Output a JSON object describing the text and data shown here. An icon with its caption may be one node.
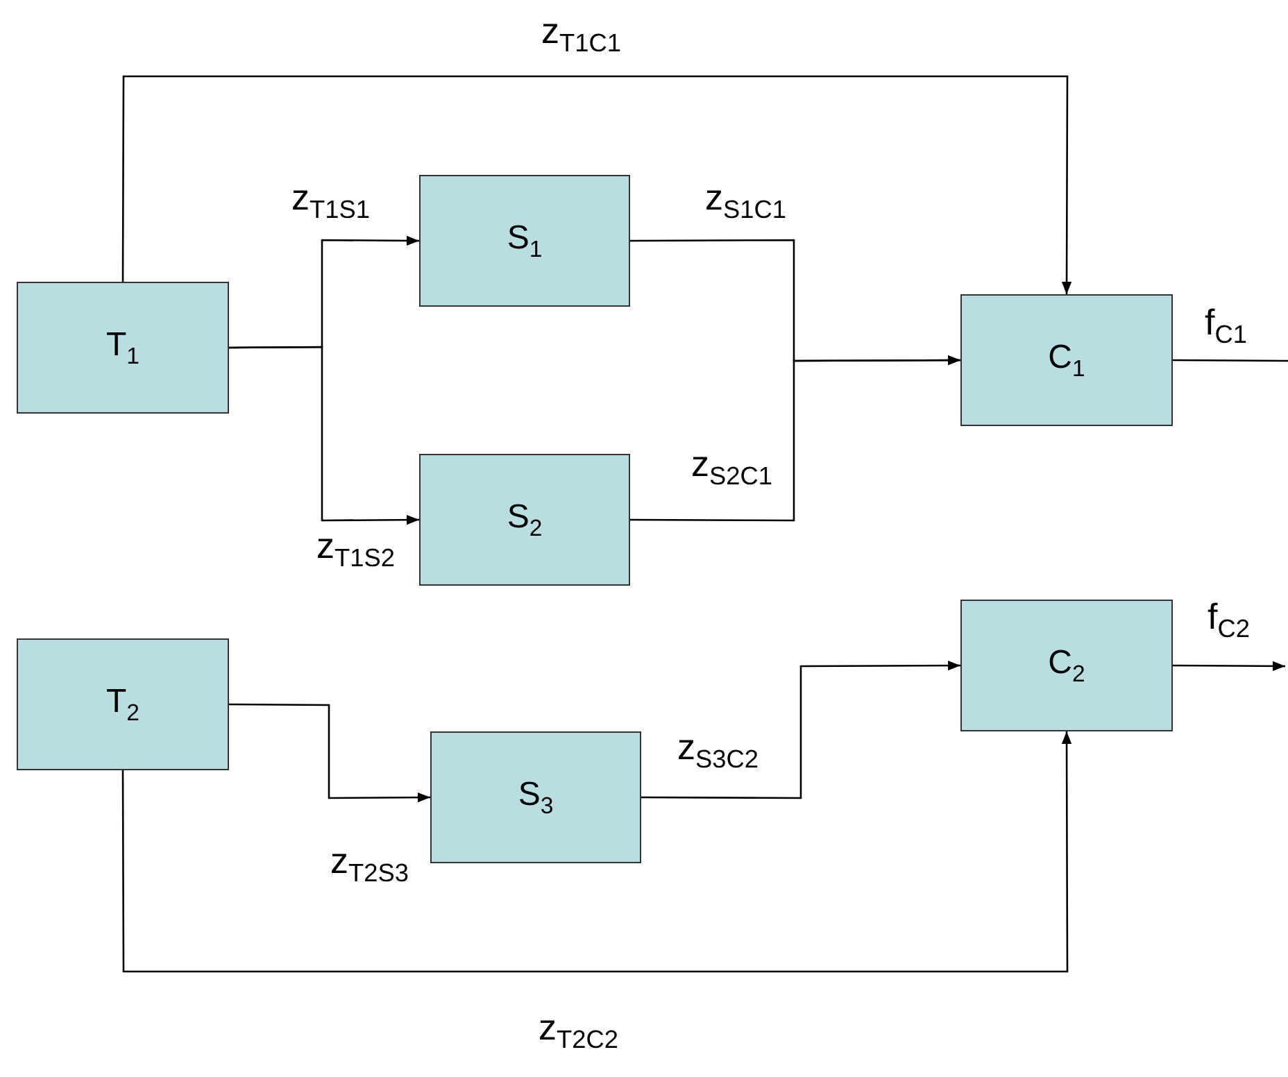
{
  "diagram": {
    "nodes": [
      {
        "text": [
          "T$_{1}$"
        ]
      },
      {
        "text": [
          "S$_{1}$"
        ]
      },
      {
        "text": [
          "S$_{2}$"
        ]
      },
      {
        "text": [
          "C$_{1}$"
        ]
      },
      {
        "text": [
          "T$_{2}$"
        ]
      },
      {
        "text": [
          "S$_{3}$"
        ]
      },
      {
        "text": [
          "C$_{2}$"
        ]
      }
    ],
    "edges": [
      {
        "from": 0,
        "to": 3,
        "arrow": "to",
        "label": "z$_{T1C1}$"
      },
      {
        "from": 0,
        "to": 1,
        "arrow": "to",
        "label": "z$_{T1S1}$"
      },
      {
        "from": 0,
        "to": 2,
        "arrow": "to",
        "label": "z$_{T1S2}$"
      },
      {
        "from": 1,
        "to": 3,
        "arrow": "to",
        "label": "z$_{S1C1}$"
      },
      {
        "from": 2,
        "to": 3,
        "arrow": "to",
        "label": "z$_{S2C1}$"
      },
      {
        "from": 3,
        "to": null,
        "arrow": "none",
        "label": "f$_{C1}$"
      },
      {
        "from": 4,
        "to": 5,
        "arrow": "to",
        "label": "z$_{T2S3}$"
      },
      {
        "from": 5,
        "to": 6,
        "arrow": "to",
        "label": "z$_{S3C2}$"
      },
      {
        "from": 6,
        "to": null,
        "arrow": "to",
        "label": "f$_{C2}$"
      },
      {
        "from": 4,
        "to": 6,
        "arrow": "to",
        "label": "z$_{T2C2}$"
      }
    ]
  }
}
